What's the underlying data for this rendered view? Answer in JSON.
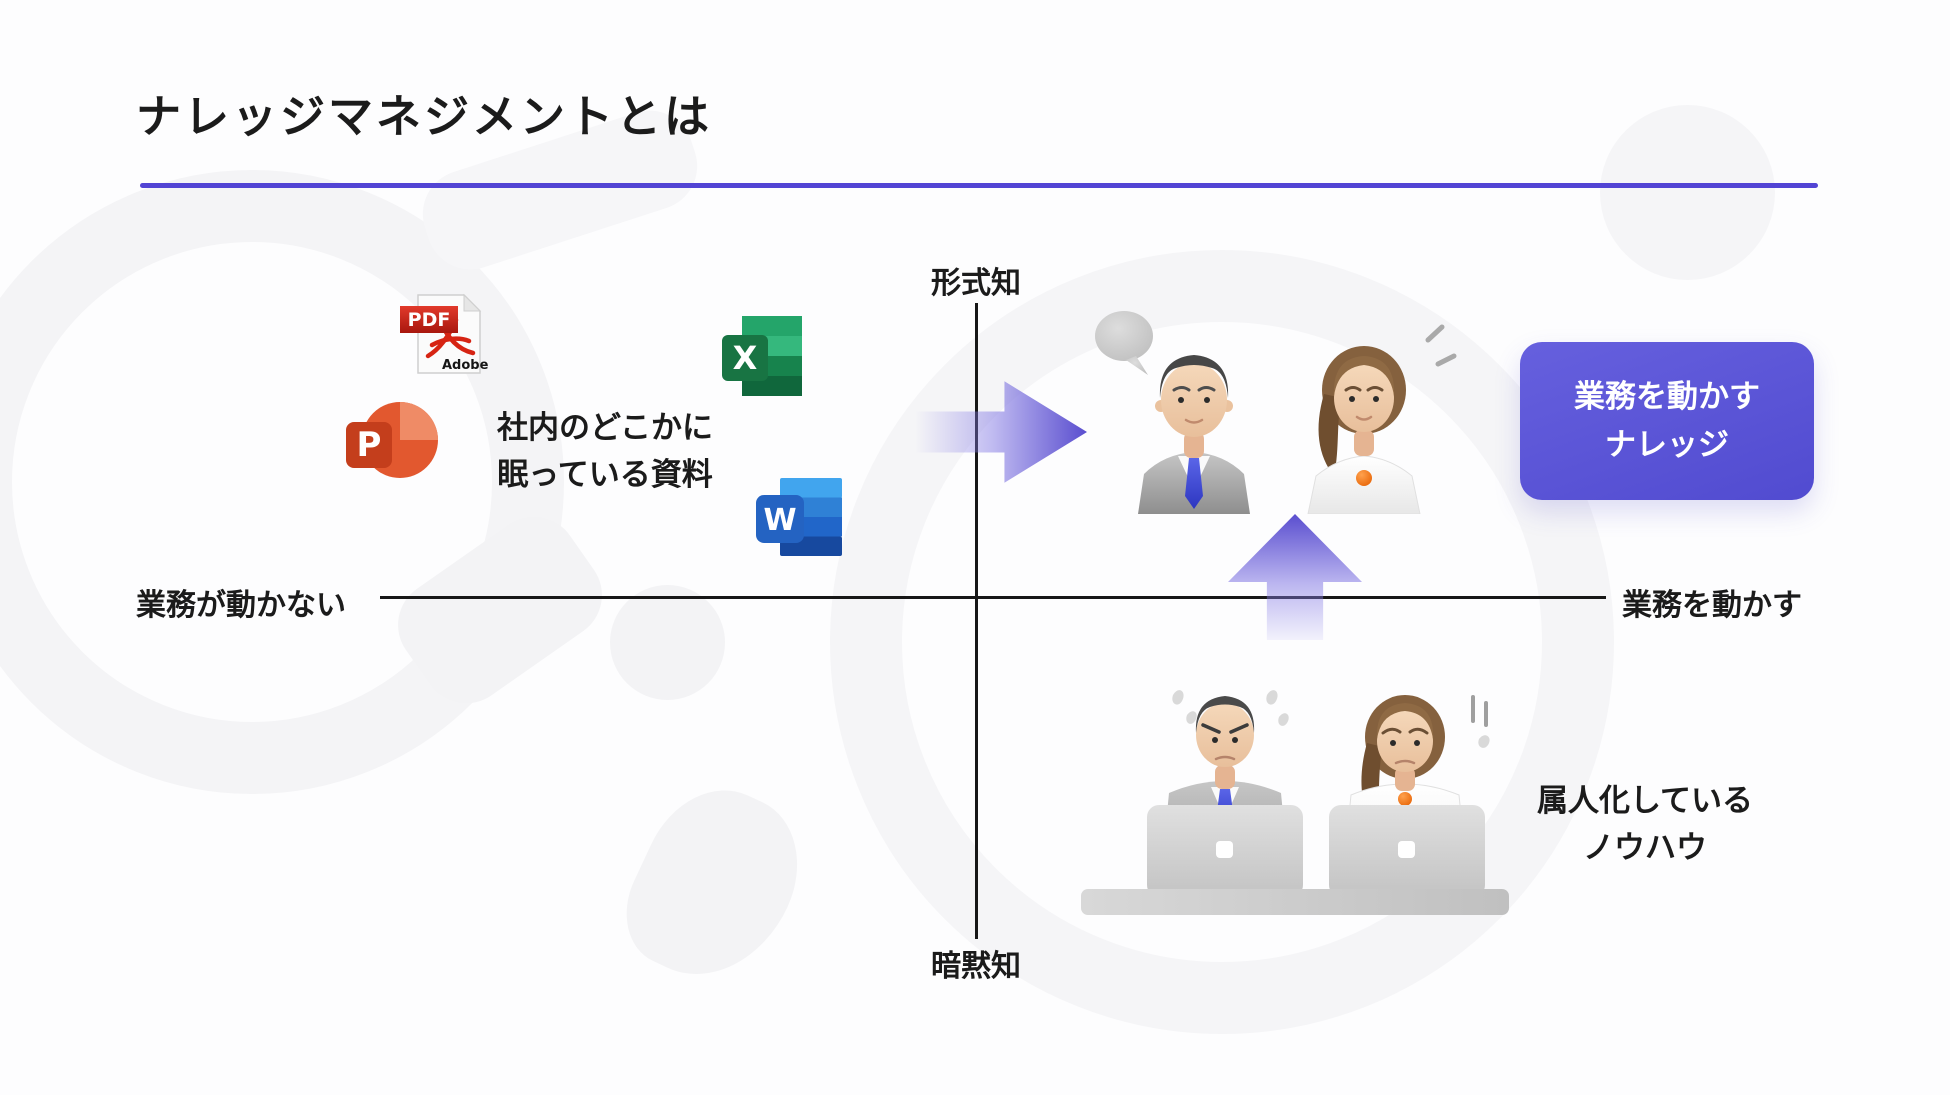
{
  "slide": {
    "title": "ナレッジマネジメントとは"
  },
  "axes": {
    "top_label": "形式知",
    "bottom_label": "暗黙知",
    "left_label": "業務が動かない",
    "right_label": "業務を動かす"
  },
  "top_left_quadrant": {
    "caption_line1": "社内のどこかに",
    "caption_line2": "眠っている資料"
  },
  "bottom_right_quadrant": {
    "caption_line1": "属人化している",
    "caption_line2": "ノウハウ"
  },
  "badge": {
    "line1": "業務を動かす",
    "line2": "ナレッジ"
  },
  "icons": {
    "pdf": {
      "label": "PDF",
      "brand": "Adobe"
    },
    "powerpoint": {
      "letter": "P"
    },
    "excel": {
      "letter": "X"
    },
    "word": {
      "letter": "W"
    }
  },
  "colors": {
    "accent_rule": "#5244d4",
    "badge_bg": "#5750d4",
    "arrow_purple": "#5a4ecf",
    "axis": "#171717",
    "pdf_red": "#c6221a",
    "powerpoint_orange": "#d35230",
    "excel_green": "#187443",
    "word_blue": "#2463c2"
  }
}
